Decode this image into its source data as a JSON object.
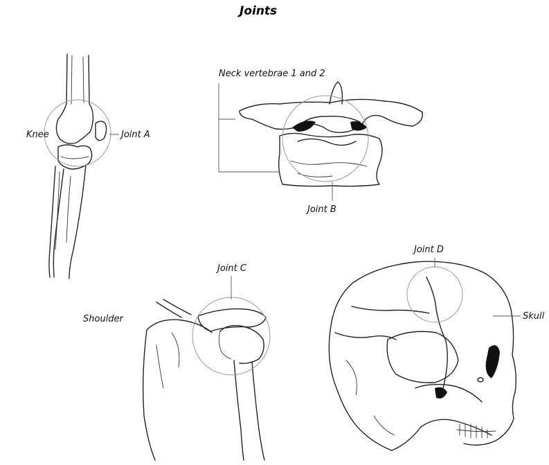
{
  "title": "Joints",
  "labels": {
    "knee": "Knee",
    "joint_a": "Joint A",
    "neck_vertebrae": "Neck vertebrae 1 and 2",
    "joint_b": "Joint B",
    "joint_c": "Joint C",
    "shoulder": "Shoulder",
    "joint_d": "Joint D",
    "skull": "Skull"
  },
  "colors": {
    "ink": "#222222",
    "highlight_circle": "#9a9a9a",
    "background": "#ffffff"
  }
}
